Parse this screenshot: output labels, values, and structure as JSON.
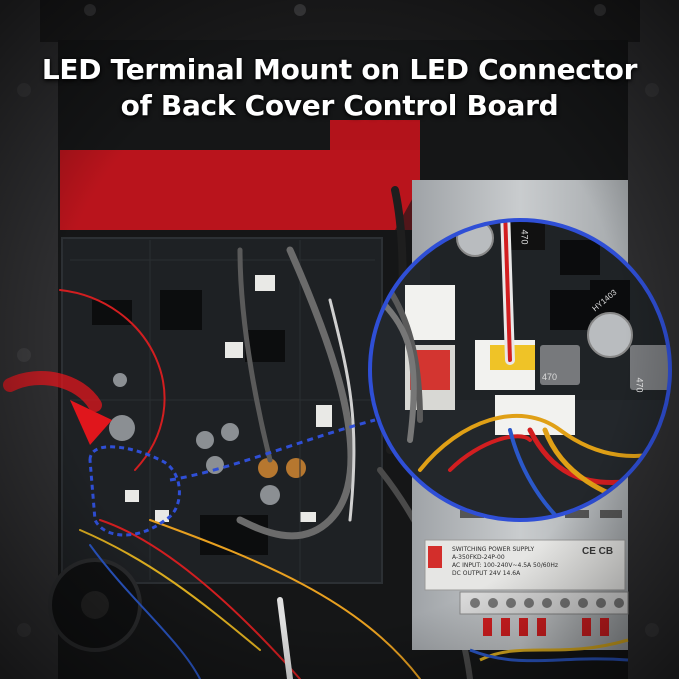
{
  "headline": {
    "line1": "LED Terminal Mount on LED Connector",
    "line2": "of Back Cover Control Board"
  },
  "psu_label": {
    "title": "SWITCHING POWER SUPPLY",
    "model": "A-350FKD-24P-00",
    "ac_input": "AC INPUT: 100-240V~4.5A 50/60Hz",
    "dc_output": "DC OUTPUT 24V 14.6A",
    "marks": "CE CB"
  },
  "component_labels": {
    "cap_1": "470",
    "cap_2": "470",
    "cap_3": "470",
    "ic": "HY1403"
  },
  "colors": {
    "frame": "#2a2a2c",
    "red_panel": "#b3131b",
    "board": "#1e2124",
    "psu": "#b9bcbf",
    "highlight_circle": "#2f4fd6",
    "arrow": "#e0161c"
  }
}
